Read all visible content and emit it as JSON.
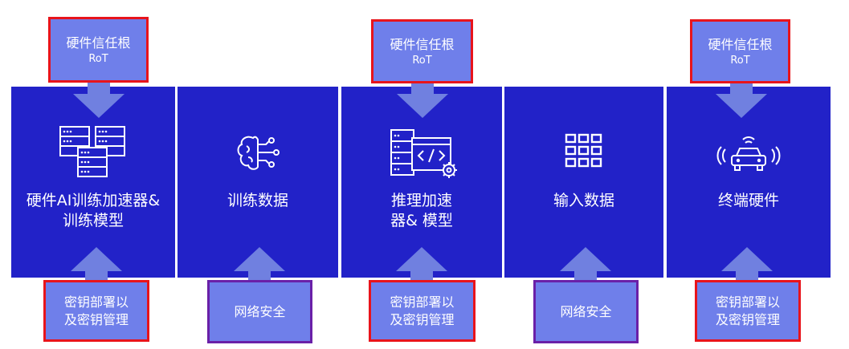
{
  "colors": {
    "panel": "#2222c8",
    "box_fill": "#6f7fea",
    "arrow": "#7080e0",
    "red_border": "#e8141b",
    "purple_border": "#6a20a8",
    "text": "#ffffff"
  },
  "top_boxes": [
    {
      "title": "硬件信任根",
      "subtitle": "RoT"
    },
    {
      "title": "硬件信任根",
      "subtitle": "RoT"
    },
    {
      "title": "硬件信任根",
      "subtitle": "RoT"
    }
  ],
  "panels": [
    {
      "label_line1": "硬件AI训练加速器&",
      "label_line2": "训练模型",
      "icon": "server-stack-icon"
    },
    {
      "label_line1": "训练数据",
      "label_line2": "",
      "icon": "brain-circuit-icon"
    },
    {
      "label_line1": "推理加速",
      "label_line2": "器& 模型",
      "icon": "code-window-gear-icon"
    },
    {
      "label_line1": "输入数据",
      "label_line2": "",
      "icon": "grid-icon"
    },
    {
      "label_line1": "终端硬件",
      "label_line2": "",
      "icon": "connected-car-icon"
    }
  ],
  "bottom_boxes": [
    {
      "line1": "密钥部署以",
      "line2": "及密钥管理",
      "border": "red"
    },
    {
      "line1": "网络安全",
      "line2": "",
      "border": "purple"
    },
    {
      "line1": "密钥部署以",
      "line2": "及密钥管理",
      "border": "red"
    },
    {
      "line1": "网络安全",
      "line2": "",
      "border": "purple"
    },
    {
      "line1": "密钥部署以",
      "line2": "及密钥管理",
      "border": "red"
    }
  ]
}
